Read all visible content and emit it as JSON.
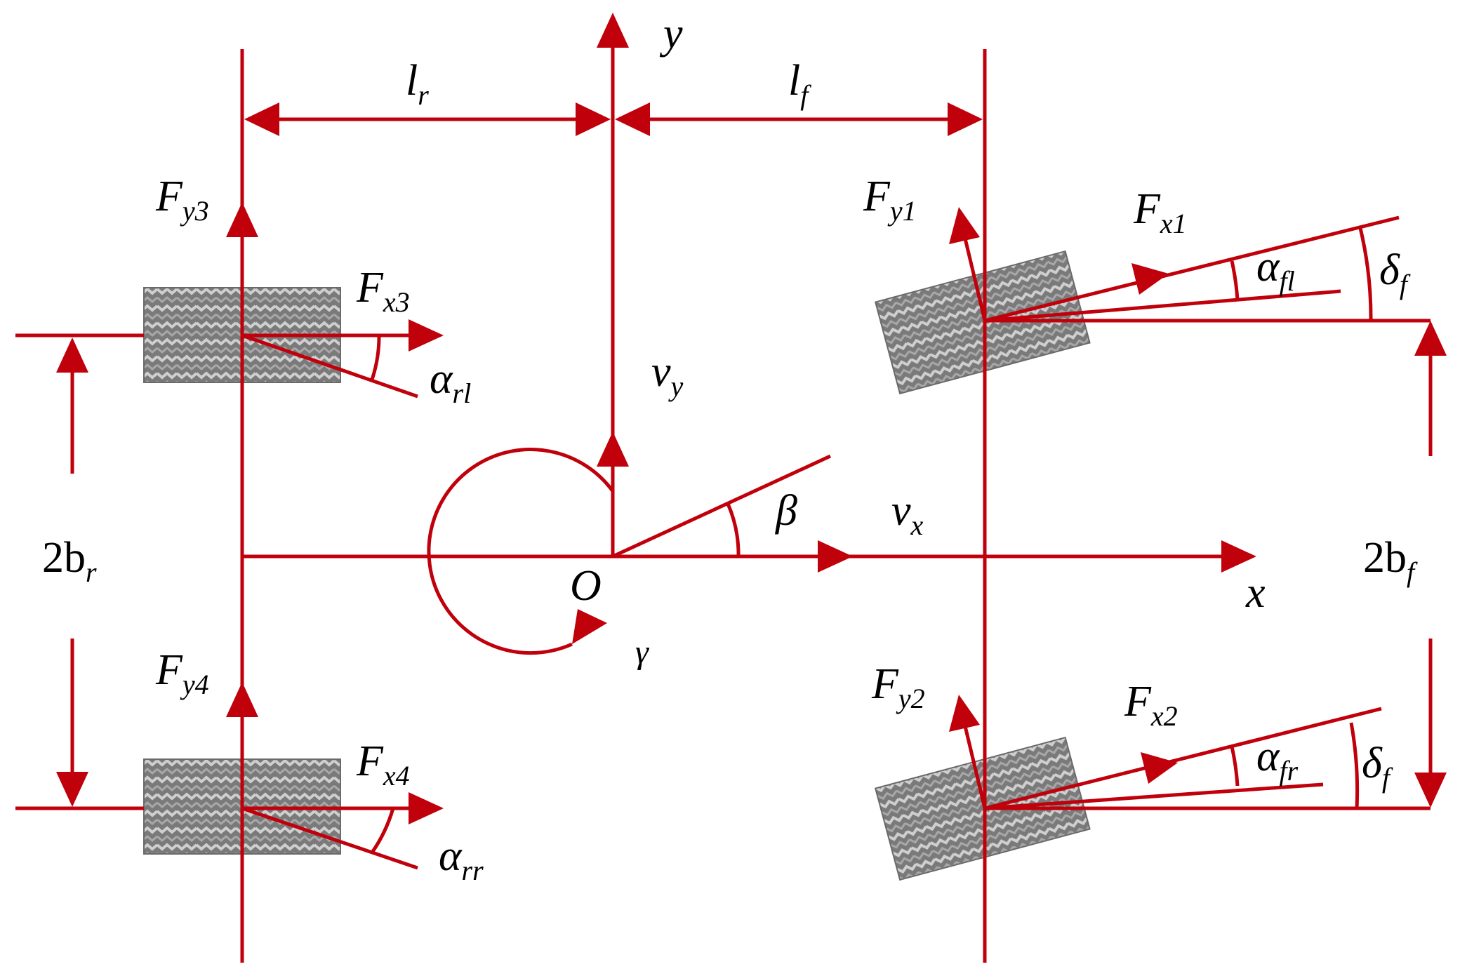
{
  "colors": {
    "axis": "#c0000b",
    "tire": "#7a7a7a",
    "tire_stripe": "#c8c8c8",
    "text": "#000000"
  },
  "axes": {
    "x": "x",
    "y": "y",
    "origin": "O"
  },
  "dimensions": {
    "lr": {
      "base": "l",
      "sub": "r"
    },
    "lf": {
      "base": "l",
      "sub": "f"
    },
    "2br": {
      "base": "2b",
      "sub": "r"
    },
    "2bf": {
      "base": "2b",
      "sub": "f"
    }
  },
  "velocities": {
    "vx": {
      "base": "v",
      "sub": "x"
    },
    "vy": {
      "base": "v",
      "sub": "y"
    }
  },
  "angles": {
    "beta": "β",
    "gamma": "γ",
    "alpha_rl": {
      "base": "α",
      "sub": "rl"
    },
    "alpha_rr": {
      "base": "α",
      "sub": "rr"
    },
    "alpha_fl": {
      "base": "α",
      "sub": "fl"
    },
    "alpha_fr": {
      "base": "α",
      "sub": "fr"
    },
    "delta_f_top": {
      "base": "δ",
      "sub": "f"
    },
    "delta_f_bottom": {
      "base": "δ",
      "sub": "f"
    }
  },
  "forces": {
    "fy1": {
      "base": "F",
      "sub": "y1"
    },
    "fx1": {
      "base": "F",
      "sub": "x1"
    },
    "fy2": {
      "base": "F",
      "sub": "y2"
    },
    "fx2": {
      "base": "F",
      "sub": "x2"
    },
    "fy3": {
      "base": "F",
      "sub": "y3"
    },
    "fx3": {
      "base": "F",
      "sub": "x3"
    },
    "fy4": {
      "base": "F",
      "sub": "y4"
    },
    "fx4": {
      "base": "F",
      "sub": "x4"
    }
  }
}
